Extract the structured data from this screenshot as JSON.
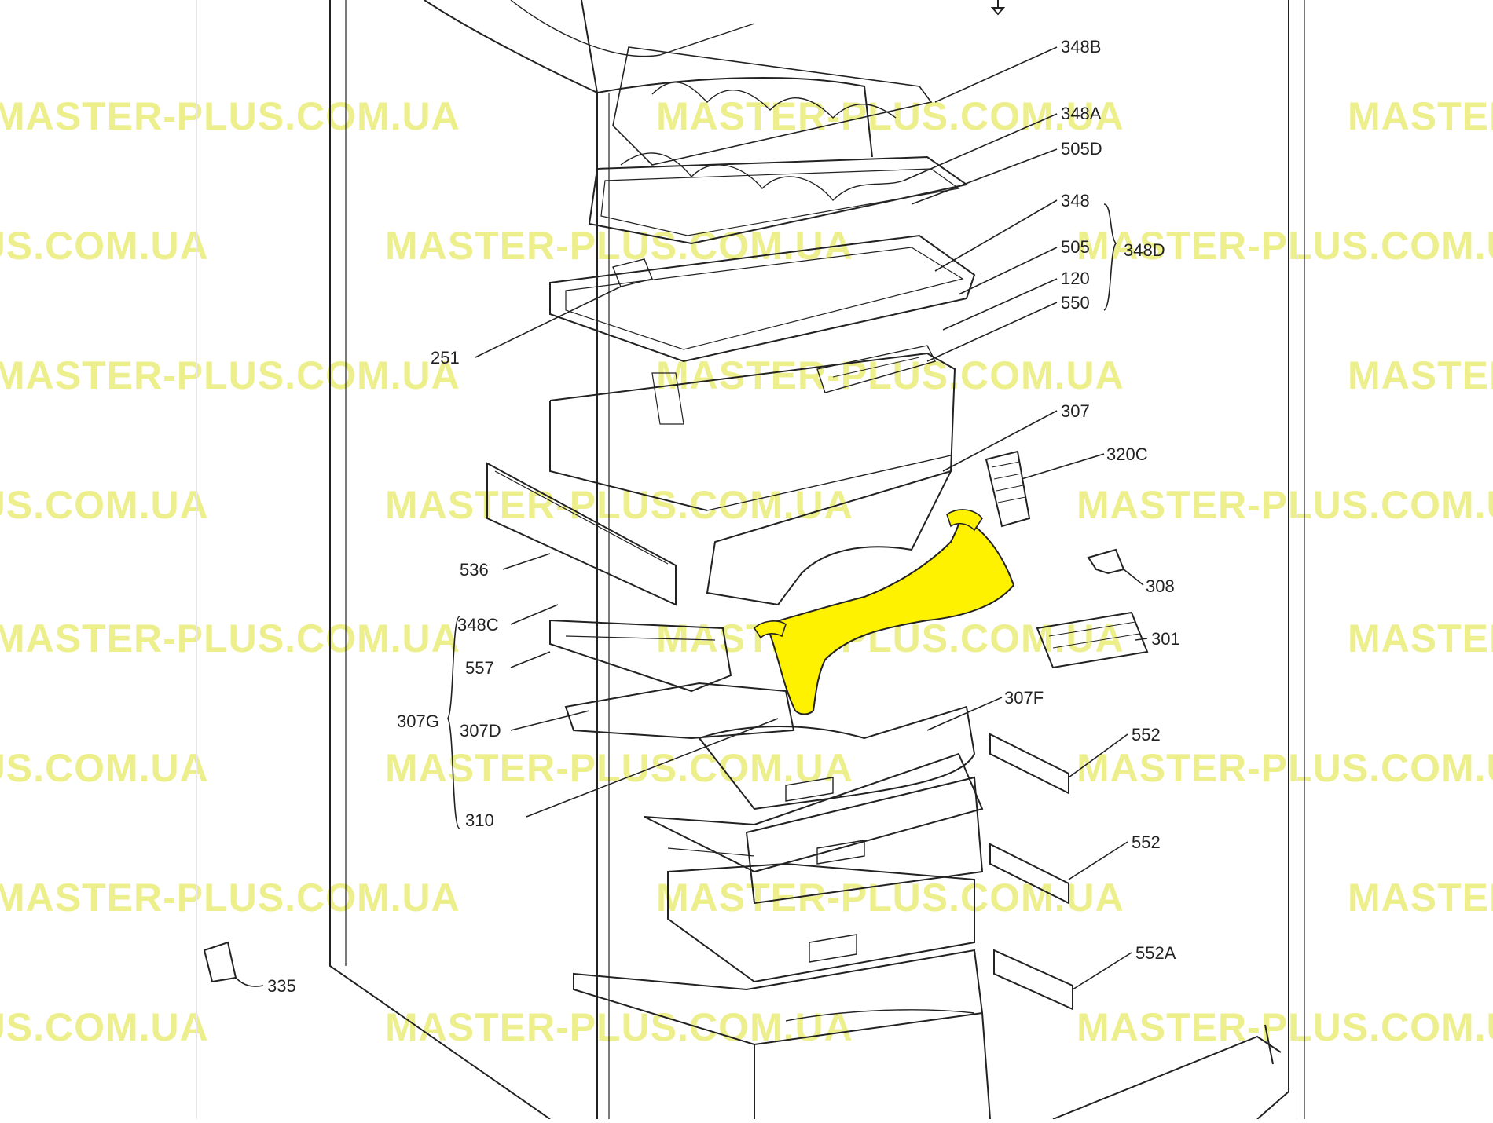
{
  "watermark": "MASTER-PLUS.COM.UA",
  "callouts": {
    "c348B": "348B",
    "c348A": "348A",
    "c505D": "505D",
    "c348": "348",
    "c505": "505",
    "c348D": "348D",
    "c120": "120",
    "c550": "550",
    "c251": "251",
    "c307": "307",
    "c320C": "320C",
    "c536": "536",
    "c308": "308",
    "c348C": "348C",
    "c301": "301",
    "c557": "557",
    "c307G": "307G",
    "c307D": "307D",
    "c307F": "307F",
    "c552a": "552",
    "c310": "310",
    "c552b": "552",
    "c552A": "552A",
    "c335": "335"
  },
  "colors": {
    "highlight": "#fff200",
    "line": "#222222",
    "watermark": "#ecef8c"
  }
}
